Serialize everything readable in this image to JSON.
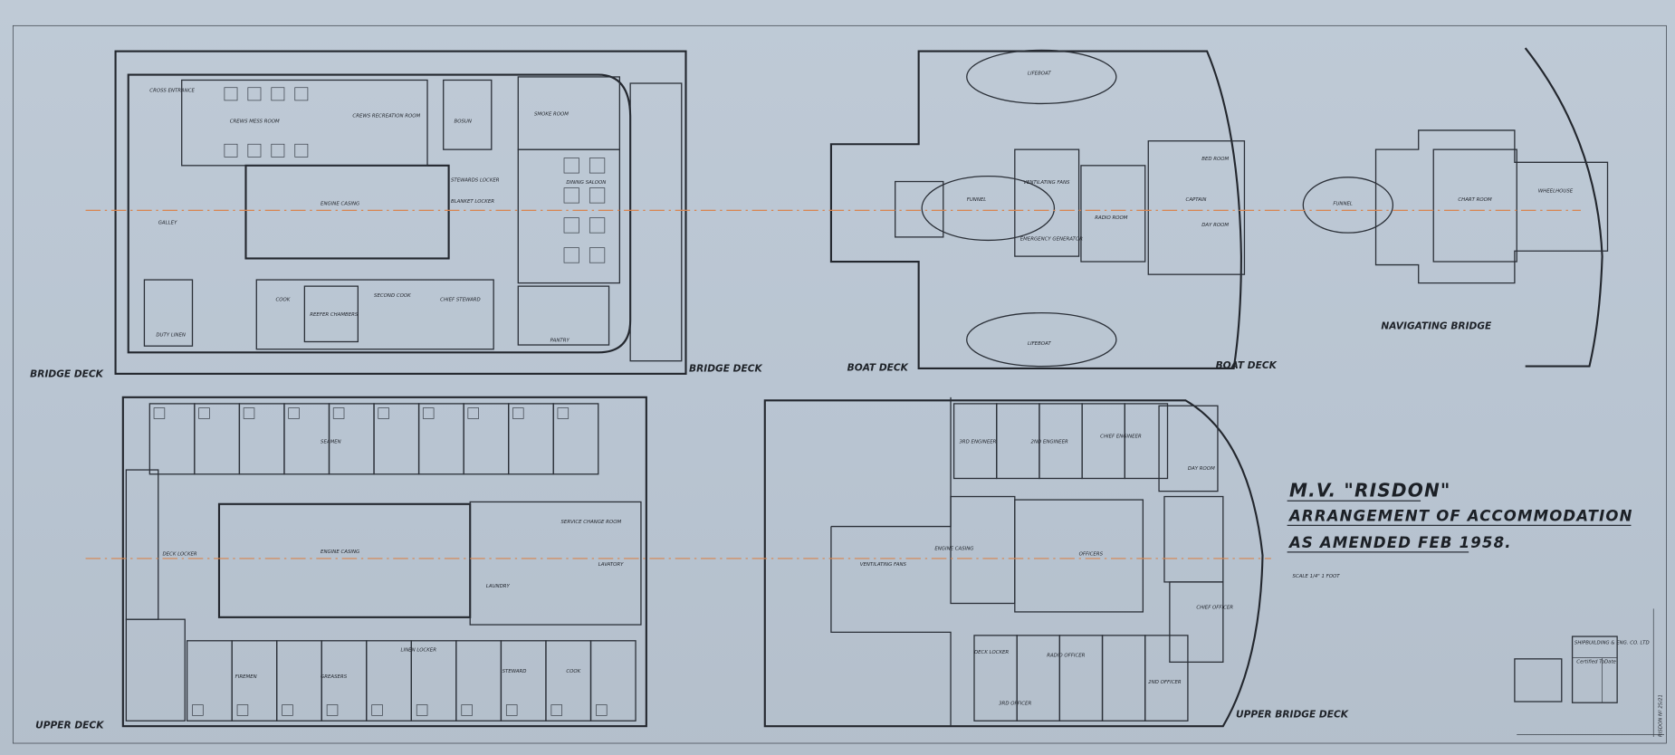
{
  "title": {
    "line1": "M.V. \"RISDON\"",
    "line2": "ARRANGEMENT OF ACCOMMODATION",
    "line3": "AS AMENDED FEB 1958.",
    "scale": "SCALE 1/4\" 1 FOOT"
  },
  "deck_labels": {
    "bridge_deck_left": "BRIDGE DECK",
    "bridge_deck_right": "BRIDGE DECK",
    "boat_deck_left": "BOAT DECK",
    "boat_deck_right": "BOAT DECK",
    "navigating_bridge": "NAVIGATING BRIDGE",
    "upper_deck": "UPPER DECK",
    "upper_bridge_deck": "UPPER BRIDGE DECK"
  },
  "rooms": {
    "bridge": [
      "CREWS MESS ROOM",
      "CREWS RECREATION ROOM",
      "ENGINE CASING",
      "GALLEY",
      "BOSUN",
      "STEWARDS LOCKER",
      "BLANKET LOCKER",
      "SMOKE ROOM",
      "DINING SALOON",
      "PANTRY",
      "CHIEF STEWARD",
      "COOK",
      "SECOND COOK",
      "DUTY LINEN",
      "CROSS ENTRANCE",
      "REEFER CHAMBERS"
    ],
    "boat": [
      "LIFEBOAT",
      "LIFEBOAT",
      "FUNNEL",
      "VENTILATING FANS",
      "EMERGENCY GENERATOR",
      "RADIO ROOM",
      "CAPTAIN",
      "DAY ROOM",
      "BED ROOM"
    ],
    "nav": [
      "FUNNEL",
      "CHART ROOM",
      "WHEELHOUSE"
    ],
    "upper": [
      "SEAMEN",
      "ENGINE CASING",
      "SERVICE CHANGE ROOM",
      "LAVATORY",
      "LAUNDRY",
      "DECK LOCKER",
      "FIREMEN",
      "GREASERS",
      "STEWARD",
      "COOK",
      "LINEN LOCKER"
    ],
    "upper_bridge": [
      "ENGINE CASING",
      "VENTILATING FANS",
      "3RD ENGINEER",
      "2ND ENGINEER",
      "CHIEF ENGINEER",
      "CHIEF OFFICER",
      "2ND OFFICER",
      "3RD OFFICER",
      "RADIO OFFICER",
      "DECK LOCKER",
      "OFFICERS",
      "DAY ROOM"
    ]
  },
  "title_block": {
    "heading": "SHIPBUILDING & ENG. CO. LTD",
    "cert": "Certified To",
    "date": "Date"
  },
  "margin_note": "RISDON Nº 25/21",
  "colors": {
    "paper": "#b9c5d2",
    "ink": "#23272e",
    "centerline": "#d9844e"
  }
}
